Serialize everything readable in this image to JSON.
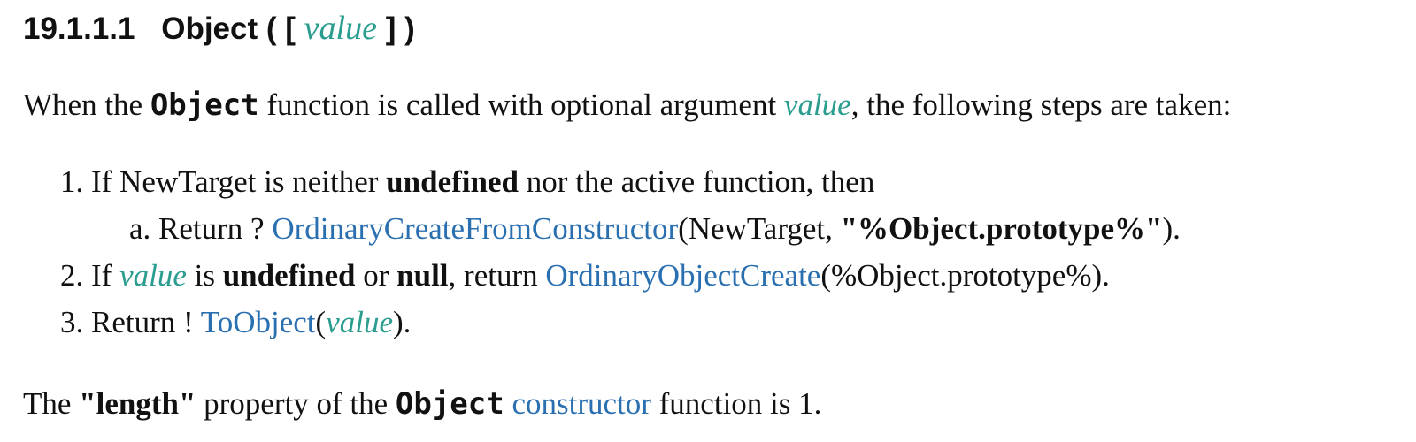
{
  "section": {
    "number": "19.1.1.1",
    "title_prefix": "Object ( [",
    "param": "value",
    "title_suffix": "] )"
  },
  "intro": {
    "t1": "When the ",
    "code": "Object",
    "t2": " function is called with optional argument ",
    "var": "value",
    "t3": ", the following steps are taken:"
  },
  "steps": {
    "s1": {
      "num": "1.",
      "t1": " If NewTarget is neither ",
      "b1": "undefined",
      "t2": " nor the active function, then"
    },
    "s1a": {
      "num": "a.",
      "t1": " Return ? ",
      "link": "OrdinaryCreateFromConstructor",
      "t2": "(NewTarget, ",
      "b1": "\"%Object.prototype%\"",
      "t3": ")."
    },
    "s2": {
      "num": "2.",
      "t1": " If ",
      "var": "value",
      "t2": " is ",
      "b1": "undefined",
      "t3": " or ",
      "b2": "null",
      "t4": ", return ",
      "link": "OrdinaryObjectCreate",
      "t5": "(%Object.prototype%)."
    },
    "s3": {
      "num": "3.",
      "t1": " Return ! ",
      "link": "ToObject",
      "t2": "(",
      "var": "value",
      "t3": ")."
    }
  },
  "footer": {
    "t1": "The ",
    "b1": "\"length\"",
    "t2": " property of the ",
    "code": "Object",
    "t3": " ",
    "link": "constructor",
    "t4": " function is 1."
  }
}
